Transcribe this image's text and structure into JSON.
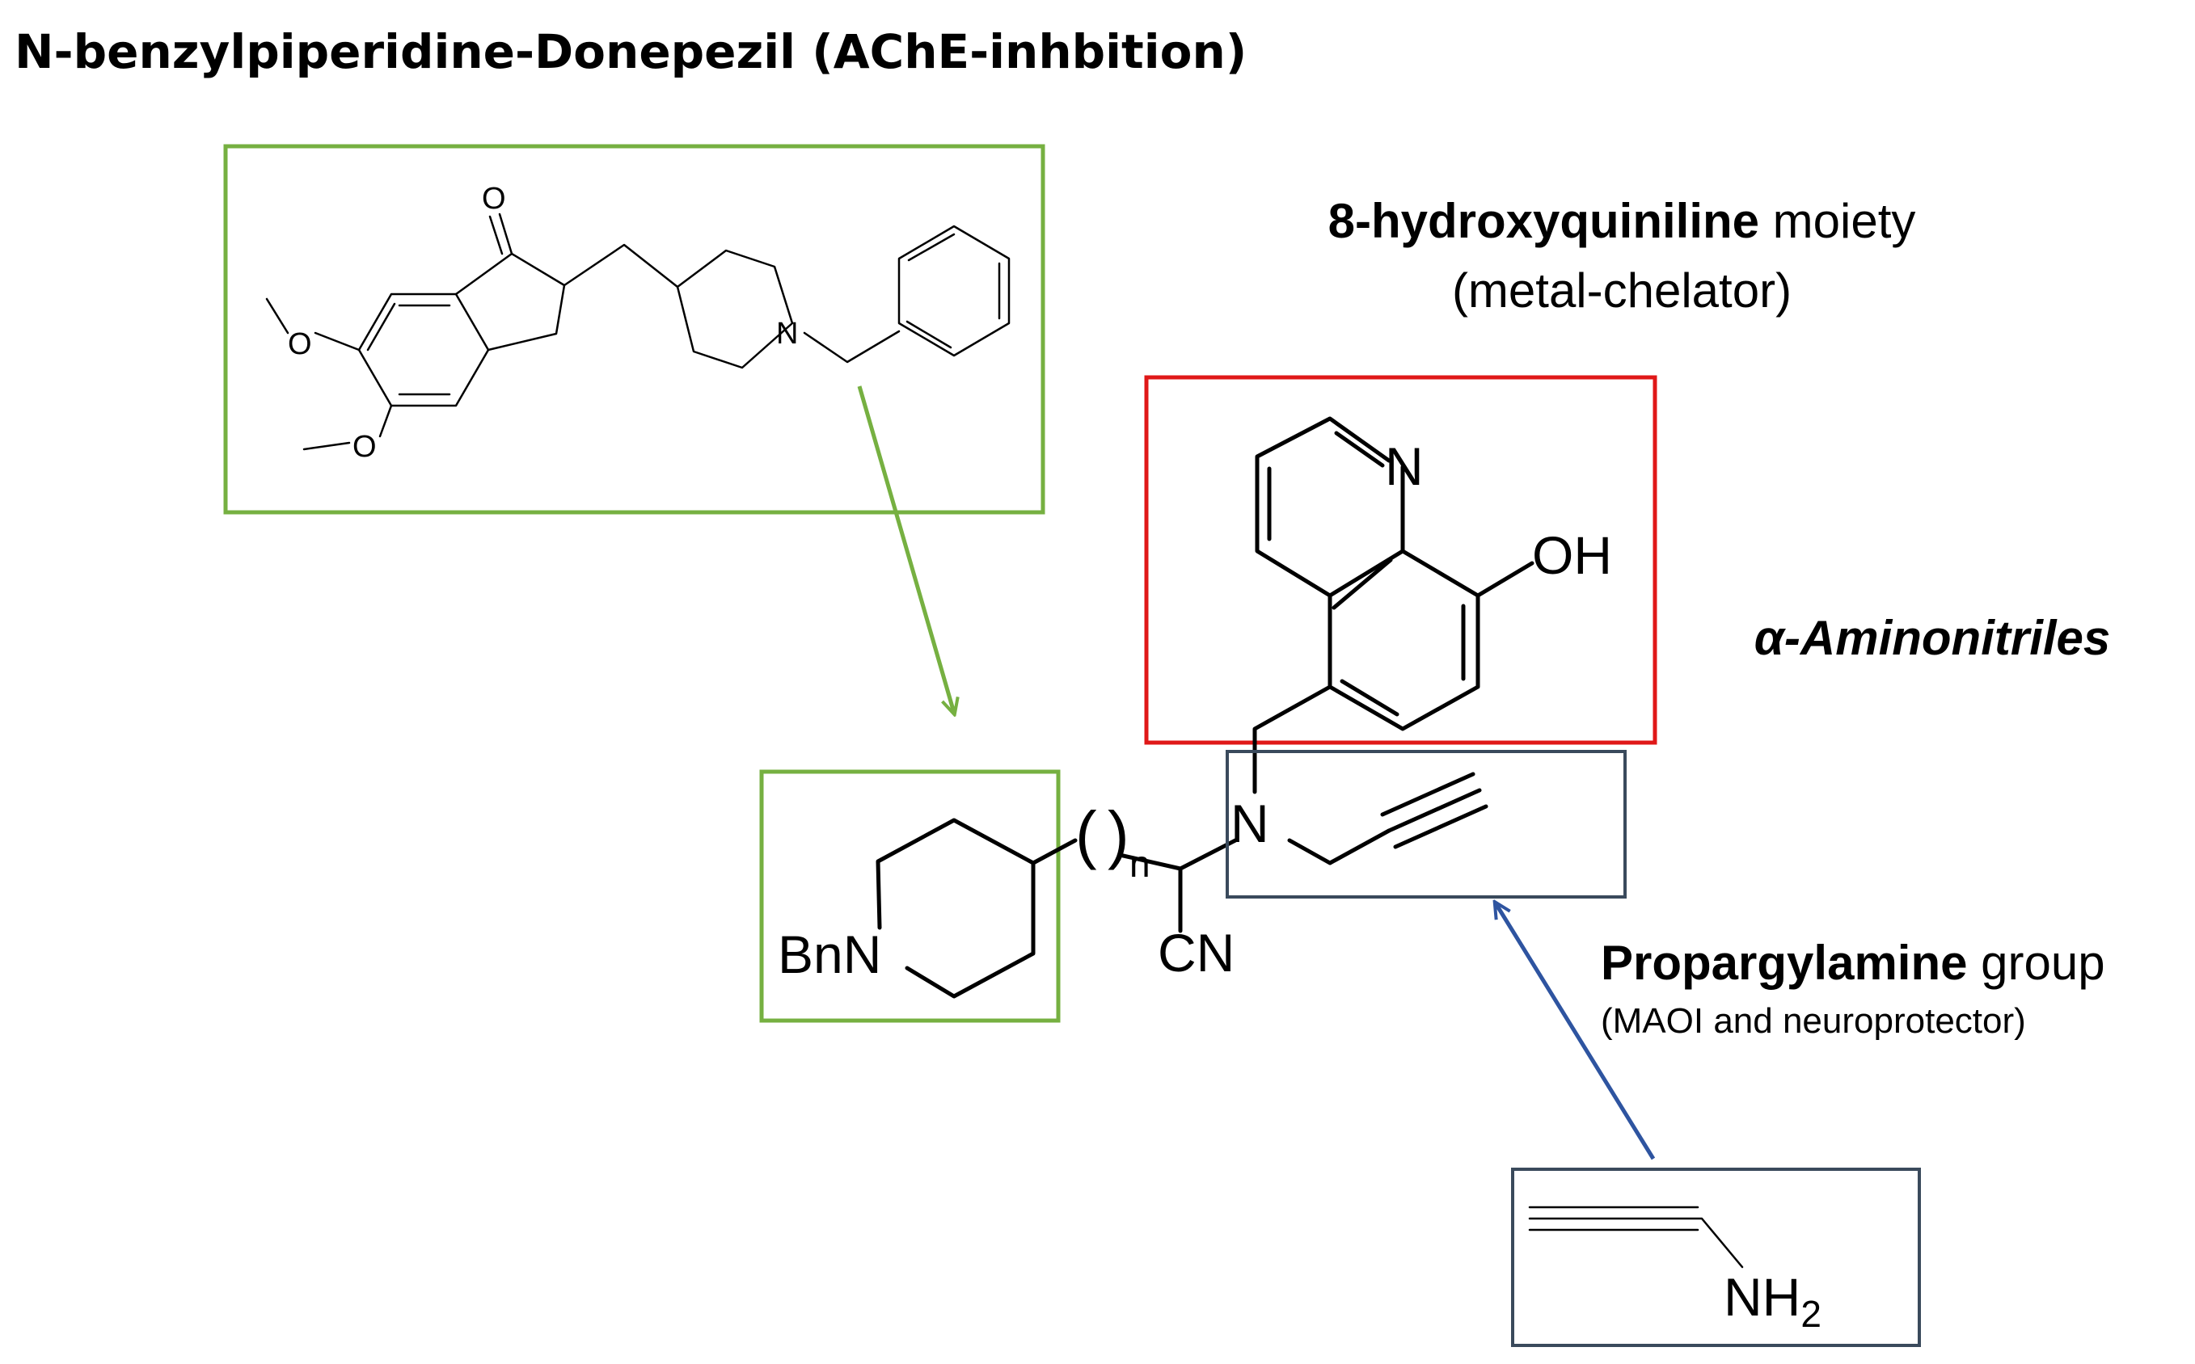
{
  "title": "N-benzylpiperidine-Donepezil (AChE-inhbition)",
  "hydroxyquinoline": {
    "bold": "8-hydroxyquiniline",
    "rest": " moiety",
    "sub": "(metal-chelator)"
  },
  "aminonitriles_label": "α-Aminonitriles",
  "propargylamine": {
    "bold": "Propargylamine",
    "rest": " group",
    "sub": "(MAOI and neuroprotector)"
  },
  "atoms": {
    "donepezil_o_ketone": "O",
    "donepezil_o_methoxy_1": "O",
    "donepezil_o_methoxy_2": "O",
    "donepezil_n": "N",
    "quinoline_n": "N",
    "quinoline_oh": "OH",
    "core_n": "N",
    "bn_n": "BnN",
    "cn": "CN",
    "chain_open": "(",
    "chain_close": ")",
    "chain_n": "n",
    "propargyl_nh": "NH",
    "propargyl_sub": "2"
  },
  "colors": {
    "donepezil_box": "#76b041",
    "quinoline_box": "#e01818",
    "propargyl_box": "#3a4a5c",
    "green_arrow": "#76b041",
    "blue_arrow": "#2e54a0"
  }
}
